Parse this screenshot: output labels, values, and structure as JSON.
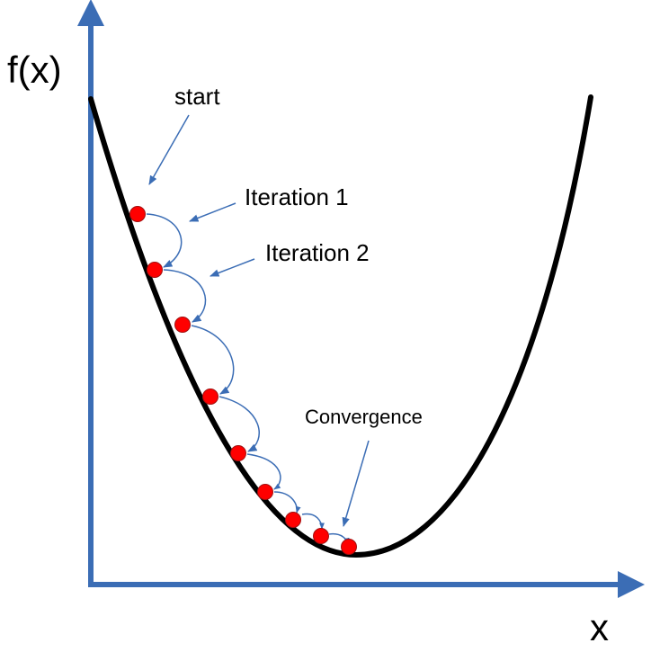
{
  "diagram": {
    "y_axis_label": "f(x)",
    "x_axis_label": "x",
    "annotations": {
      "start": "start",
      "iteration_1": "Iteration 1",
      "iteration_2": "Iteration 2",
      "convergence": "Convergence"
    },
    "colors": {
      "axes": "#3b6db5",
      "curve": "#000000",
      "points": "#ff0000",
      "point_outline": "#a01010",
      "arrows": "#3b6db5"
    },
    "iteration_points": 9
  }
}
